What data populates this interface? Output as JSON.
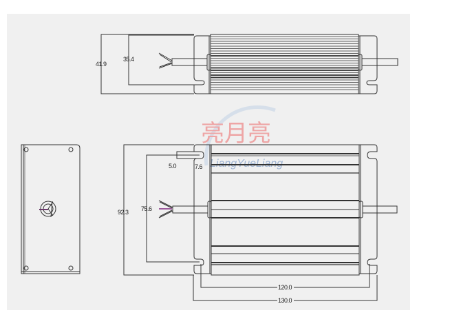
{
  "drawing": {
    "top_view": {
      "height_label": "41.9",
      "inner_height_label": "35.4"
    },
    "front_view": {
      "height_label": "92.3",
      "inner_height_label": "75.6",
      "slot_width_label": "5.0",
      "slot_depth_label": "7.6",
      "hole_spacing_label": "120.0",
      "length_label": "130.0"
    },
    "watermark": {
      "chinese": "亮月亮",
      "latin": "LiangYueLiang"
    },
    "colors": {
      "line": "#333333",
      "wire": "#9b5a9b",
      "background": "#f0f0f0"
    }
  }
}
